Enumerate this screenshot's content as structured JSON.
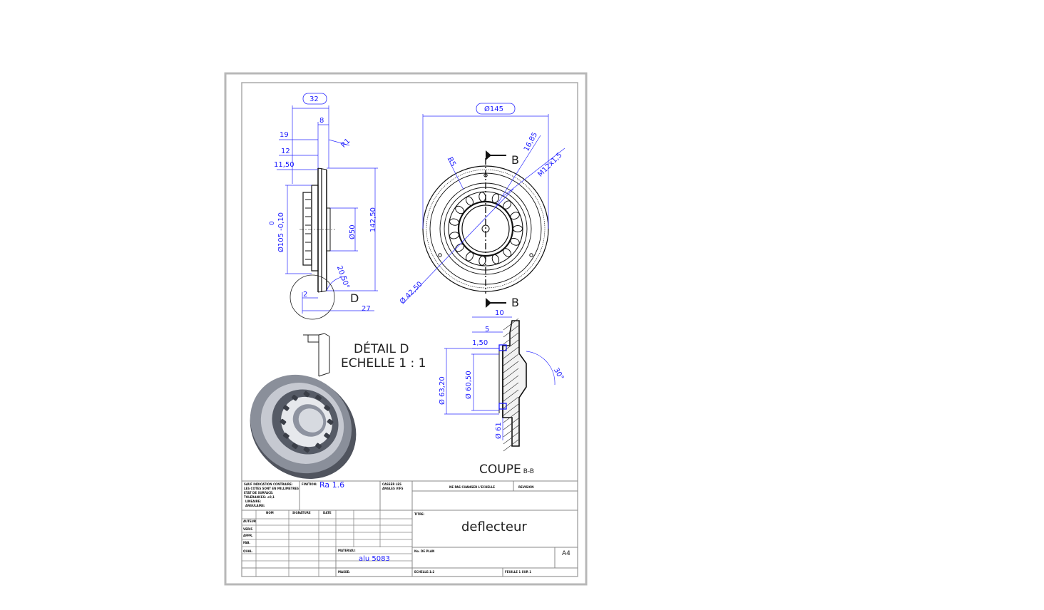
{
  "dims": {
    "d32": "32",
    "d8": "8",
    "d19": "19",
    "d12": "12",
    "d1150": "11,50",
    "r1": "R1",
    "d0": "0",
    "d105": "Ø105 -0,10",
    "d50": "Ø50",
    "d14250": "142,50",
    "d2050": "20,50°",
    "d2": "2",
    "d27": "27",
    "d145": "Ø145",
    "d1685": "16,85",
    "m12": "M12x1,5",
    "r5": "R5",
    "d4250": "Ø 42,50",
    "d10": "10",
    "d5": "5",
    "d150": "1,50",
    "d6320": "Ø 63,20",
    "d6050": "Ø 60,50",
    "d61": "Ø 61",
    "a30": "30°"
  },
  "labels": {
    "section_b": "B",
    "detail_mark": "D",
    "detail_title": "DÉTAIL D",
    "detail_scale": "ECHELLE 1 : 1",
    "section_title": "COUPE",
    "section_suffix": "B-B"
  },
  "title_block": {
    "notes": [
      "SAUF INDICATION CONTRAIRE:",
      "LES COTES SONT EN MILLIMETRES",
      "ETAT DE SURFACE:",
      "TOLERANCES: ±0,1",
      "LINEAIRE:",
      "ANGULAIRE:"
    ],
    "finish_label": "FINITION:",
    "finish_value": "Ra 1.6",
    "edges_label": [
      "CASSER LES",
      "ANGLES VIFS"
    ],
    "no_scale": "NE PAS CHANGER L'ECHELLE",
    "revision": "REVISION",
    "col_nom": "NOM",
    "col_signature": "SIGNATURE",
    "col_date": "DATE",
    "rows": [
      "AUTEUR",
      "VERIF.",
      "APPR.",
      "FAB.",
      "QUAL."
    ],
    "title_label": "TITRE:",
    "title_value": "deflecteur",
    "material_label": "MATERIAU:",
    "material_value": "alu 5083",
    "drawing_no": "No. DE PLAN",
    "format": "A4",
    "mass": "MASSE:",
    "scale": "ECHELLE:1:2",
    "sheet": "FEUILLE 1 SUR 1"
  }
}
